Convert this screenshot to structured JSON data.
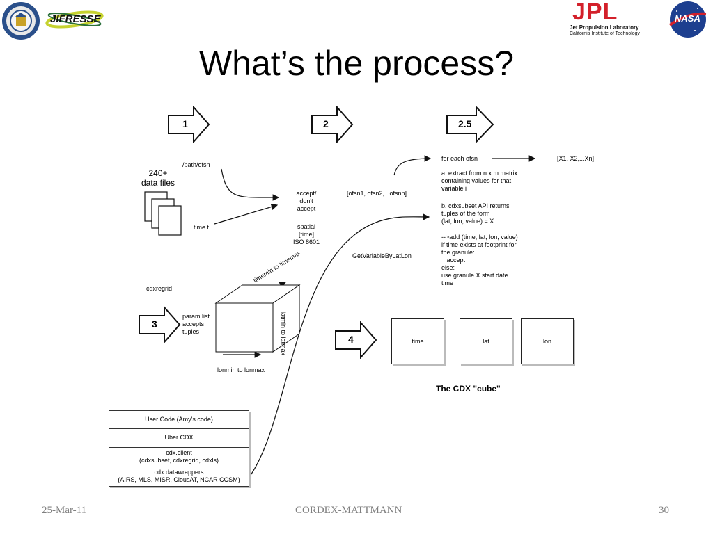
{
  "slide": {
    "title": "What’s the process?",
    "footer_left": "25-Mar-11",
    "footer_center": "CORDEX-MATTMANN",
    "footer_right": "30"
  },
  "logos": {
    "jifresse": "JIFRESSE",
    "jpl": "JPL",
    "jpl_line1": "Jet Propulsion Laboratory",
    "jpl_line2": "California Institute of Technology",
    "nasa": "NASA"
  },
  "diagram": {
    "steps": [
      "1",
      "2",
      "2.5",
      "3",
      "4"
    ],
    "data_files": [
      "240+",
      "data files"
    ],
    "path_label": "/path/ofsn",
    "time_label": "time t",
    "accept": [
      "accept/",
      "don't",
      "accept"
    ],
    "spatial": [
      "spatial",
      "[time]",
      "ISO 8601"
    ],
    "ofsn_list": "[ofsn1, ofsn2,...ofsnn]",
    "get_variable": "GetVariableByLatLon",
    "for_each": "for each ofsn",
    "result_list": "[X1, X2,...Xn]",
    "step_a": [
      "a. extract from n x m matrix",
      "containing values for that",
      "variable i"
    ],
    "step_b": [
      "b. cdxsubset API returns",
      "tuples of the form",
      "(lat, lon, value) = X"
    ],
    "step_c": [
      "-->add (time, lat, lon, value)",
      "if time exists at footprint for",
      "the granule:",
      "   accept",
      "else:",
      "use granule X start date",
      "time"
    ],
    "cdxregrid": "cdxregrid",
    "param": [
      "param list",
      "accepts",
      "tuples"
    ],
    "timemin": "timemin to timemax",
    "latmin": "latmin to latmax",
    "lonmin": "lonmin to lonmax",
    "cube_cells": [
      "time",
      "lat",
      "lon"
    ],
    "cube_caption": "The CDX \"cube\"",
    "stack": [
      "User Code (Amy's code)",
      "Uber CDX",
      "cdx.client\n(cdxsubset, cdxregrid, cdxls)",
      "cdx.datawrappers\n(AIRS, MLS, MISR, ClousAT, NCAR CCSM)"
    ]
  }
}
